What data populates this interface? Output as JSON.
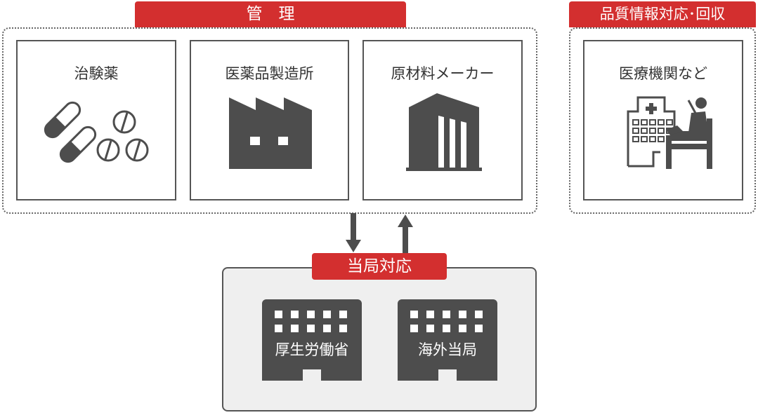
{
  "management": {
    "tag": "管　理",
    "cards": [
      {
        "label": "治験薬",
        "icon": "pills-icon"
      },
      {
        "label": "医薬品製造所",
        "icon": "factory-icon"
      },
      {
        "label": "原材料メーカー",
        "icon": "office-building-icon"
      }
    ]
  },
  "quality": {
    "tag": "品質情報対応･回収",
    "card": {
      "label": "医療機関など",
      "icon": "hospital-icon"
    }
  },
  "authority": {
    "tag": "当局対応",
    "buildings": [
      {
        "label": "厚生労働省",
        "icon": "government-building-icon"
      },
      {
        "label": "海外当局",
        "icon": "government-building-icon"
      }
    ]
  },
  "colors": {
    "accent": "#d32f2f",
    "icon": "#4d4d4d",
    "panel": "#efefef"
  }
}
